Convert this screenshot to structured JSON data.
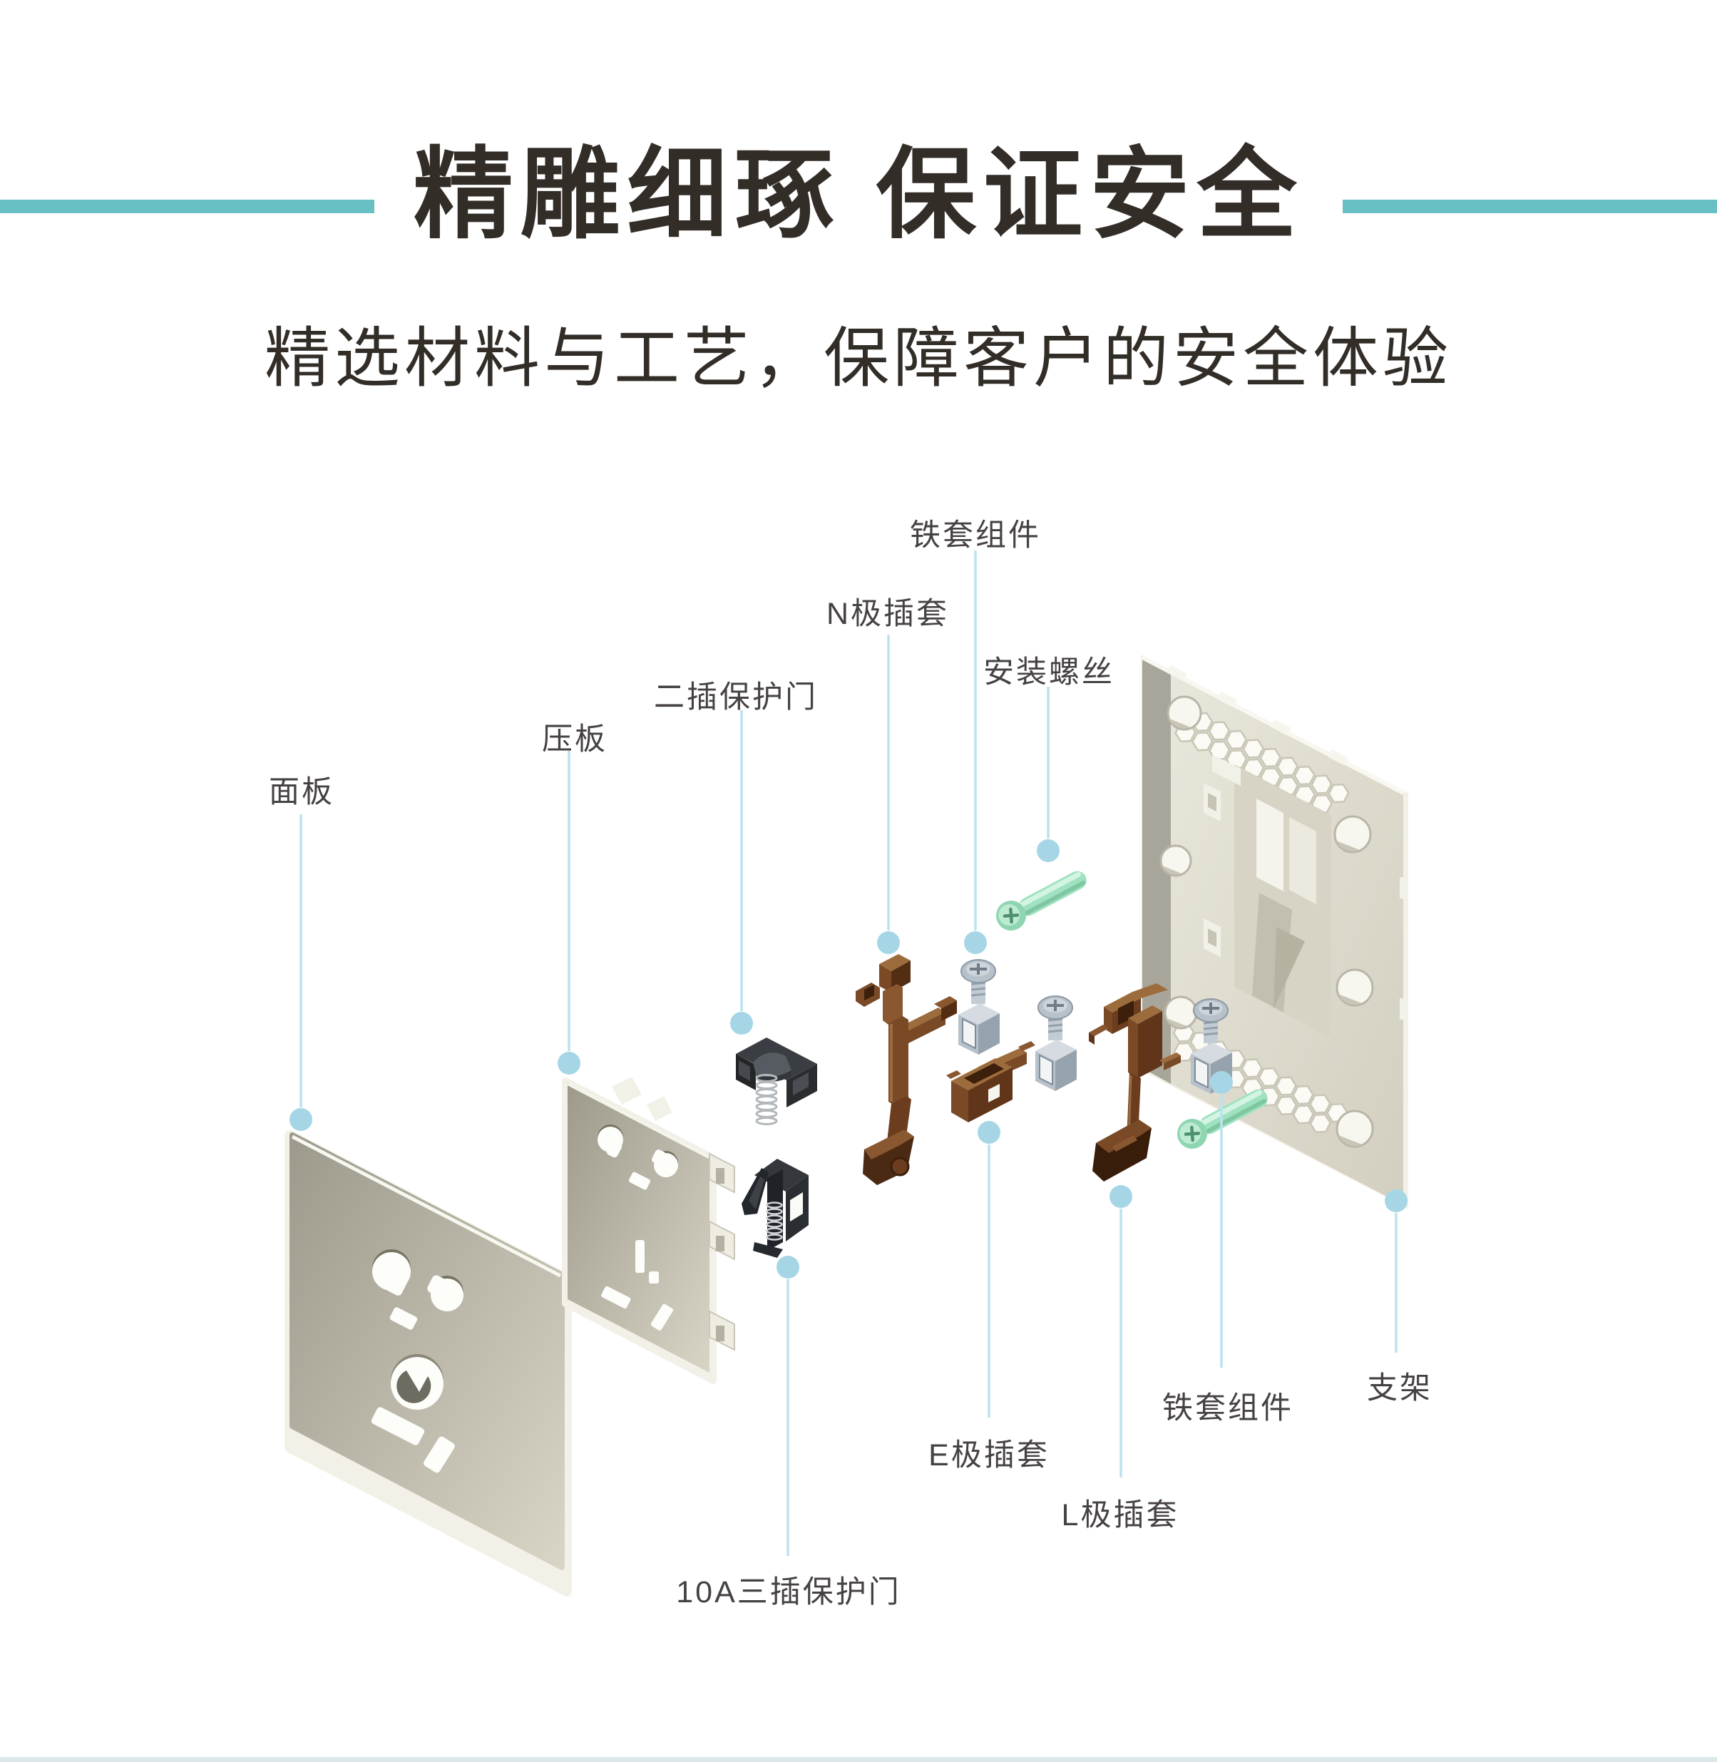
{
  "header": {
    "title": "精雕细琢 保证安全",
    "subtitle": "精选材料与工艺，保障客户的安全体验"
  },
  "labels": {
    "panel": "面板",
    "press_plate": "压板",
    "two_pin_door": "二插保护门",
    "n_pole": "N极插套",
    "iron_sleeve_top": "铁套组件",
    "mount_screw": "安装螺丝",
    "ten_a_door": "10A三插保护门",
    "e_pole": "E极插套",
    "l_pole": "L极插套",
    "iron_sleeve_bottom": "铁套组件",
    "bracket": "支架"
  },
  "colors": {
    "accent_teal": "#68c0c4",
    "title_text": "#332d28",
    "label_text": "#474242",
    "leader_line": "#bbe2ee",
    "leader_dot": "#a6d6e6",
    "ivory_plastic": "#d6d3c5",
    "copper": "#7a4a26",
    "black_plastic": "#26282b",
    "steel_gray": "#b5c0c9",
    "screw_green": "#9fe2c0",
    "bottom_strip": "#dce8ec"
  }
}
